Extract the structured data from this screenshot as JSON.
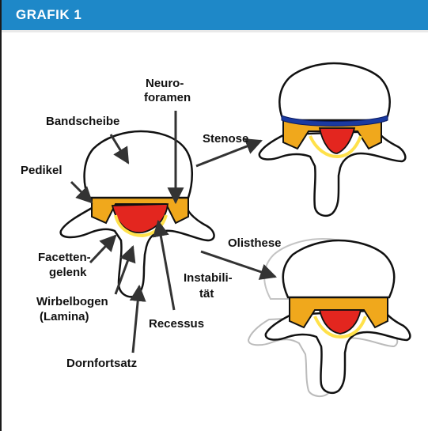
{
  "header": {
    "title": "GRAFIK 1"
  },
  "labels": {
    "neuroforamen_1": "Neuro-",
    "neuroforamen_2": "foramen",
    "bandscheibe": "Bandscheibe",
    "stenose": "Stenose",
    "pedikel": "Pedikel",
    "olisthese": "Olisthese",
    "facetten_1": "Facetten-",
    "facetten_2": "gelenk",
    "instabilitaet_1": "Instabili-",
    "instabilitaet_2": "tät",
    "wirbelbogen_1": "Wirbelbogen",
    "wirbelbogen_2": "(Lamina)",
    "recessus": "Recessus",
    "dornfortsatz": "Dornfortsatz"
  },
  "colors": {
    "header_bg": "#1e88c8",
    "disc_fill": "#ffffff",
    "pedicle_orange": "#f0a81c",
    "canal_red": "#e3261f",
    "ligament_yellow": "#ffe14a",
    "stenosis_blue": "#1a3aa0"
  }
}
